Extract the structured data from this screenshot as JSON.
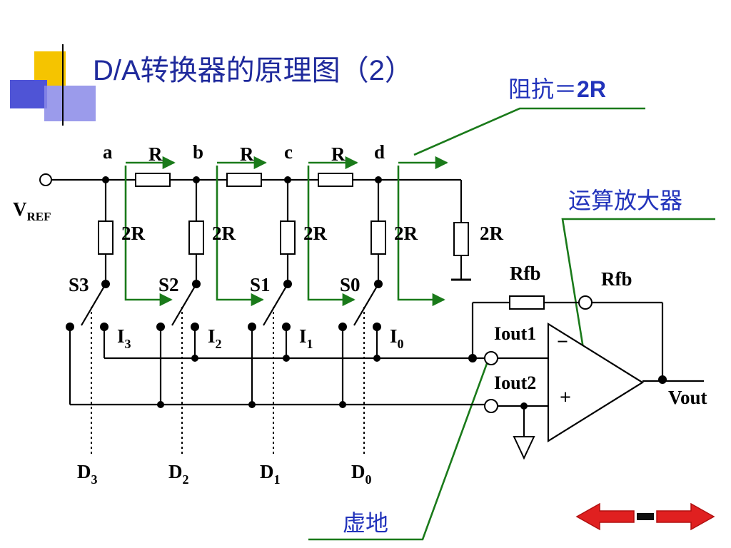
{
  "title": "D/A转换器的原理图（2）",
  "callouts": {
    "impedance": "阻抗＝",
    "impedance_value": "2R",
    "opamp": "运算放大器",
    "virtual_ground": "虚地"
  },
  "circuit": {
    "vref_main": "V",
    "vref_sub": "REF",
    "nodes": [
      "a",
      "b",
      "c",
      "d"
    ],
    "series_resistor": "R",
    "shunt_resistor": "2R",
    "switches": [
      "S3",
      "S2",
      "S1",
      "S0"
    ],
    "currents": [
      {
        "main": "I",
        "sub": "3"
      },
      {
        "main": "I",
        "sub": "2"
      },
      {
        "main": "I",
        "sub": "1"
      },
      {
        "main": "I",
        "sub": "0"
      }
    ],
    "data_bits": [
      {
        "main": "D",
        "sub": "3"
      },
      {
        "main": "D",
        "sub": "2"
      },
      {
        "main": "D",
        "sub": "1"
      },
      {
        "main": "D",
        "sub": "0"
      }
    ],
    "feedback_resistor": "Rfb",
    "feedback_terminal": "Rfb",
    "iout1": "Iout1",
    "iout2": "Iout2",
    "minus_sign": "−",
    "plus_sign": "+",
    "vout": "Vout"
  },
  "colors": {
    "title": "#1f2a9c",
    "callout_text": "#2233bb",
    "callout_line": "#1a7a1a",
    "arrow_red": "#e02020"
  },
  "nav": {
    "prev_icon": "arrow-left-icon",
    "next_icon": "arrow-right-icon"
  }
}
